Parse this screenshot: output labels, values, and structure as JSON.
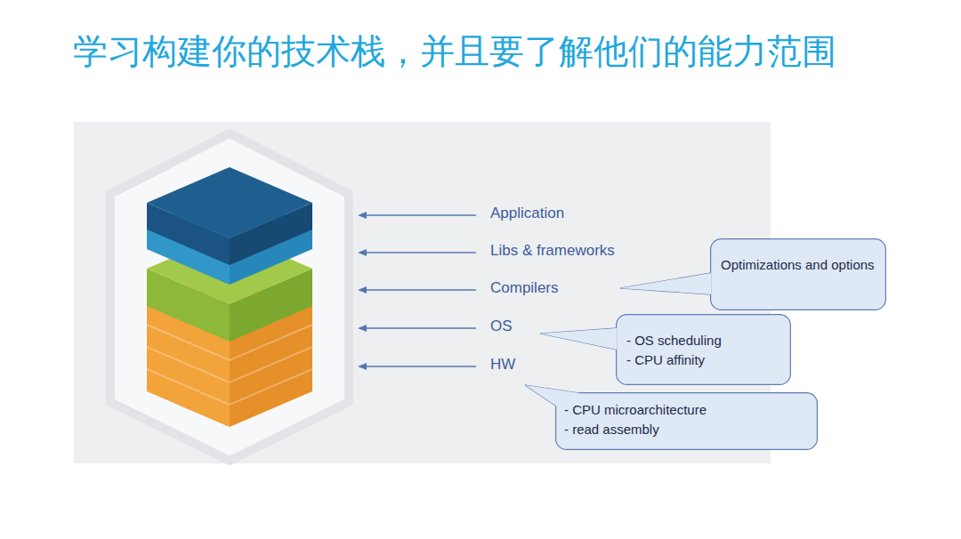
{
  "diagram": {
    "title": "学习构建你的技术栈，并且要了解他们的能力范围",
    "nodes": [
      {
        "text": [
          "Optimizations and options"
        ]
      },
      {
        "text": [
          "- OS scheduling",
          "- CPU affinity"
        ]
      },
      {
        "text": [
          "- CPU microarchitecture",
          "- read assembly"
        ]
      }
    ],
    "labels": [
      "Application",
      "Libs & frameworks",
      "Compilers",
      "OS",
      "HW"
    ]
  }
}
